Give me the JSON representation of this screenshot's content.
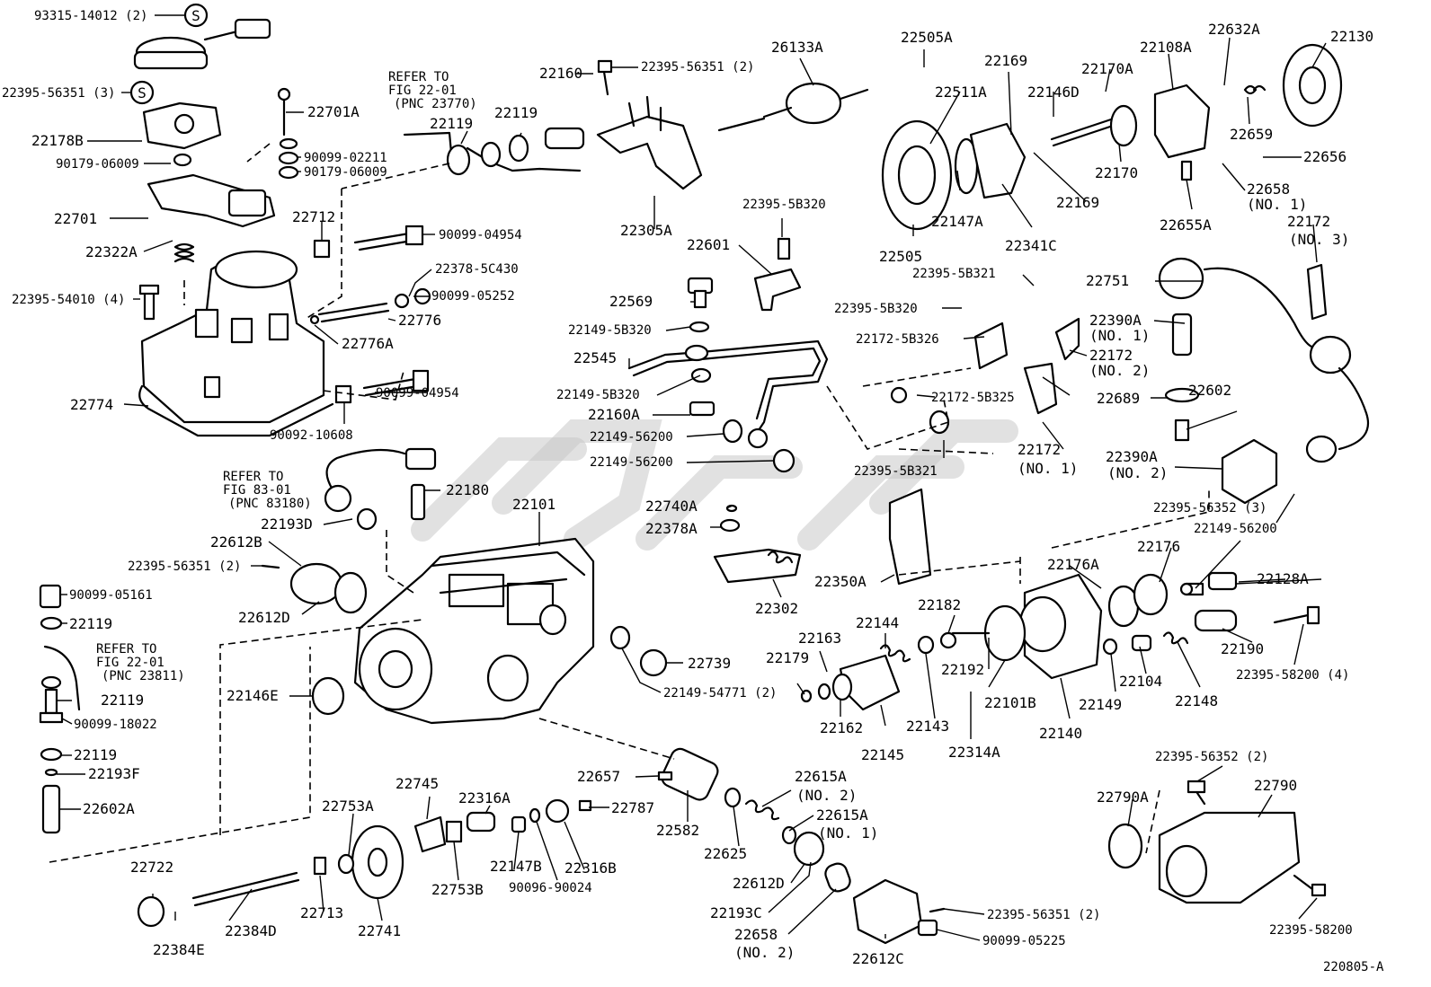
{
  "diagram_id": "220805-A",
  "service_marks": [
    "S",
    "S"
  ],
  "notes": {
    "refer_a": [
      "REFER TO",
      "FIG 22-01",
      "(PNC 23770)"
    ],
    "refer_b": [
      "REFER TO",
      "FIG 83-01",
      "(PNC 83180)"
    ],
    "refer_c": [
      "REFER TO",
      "FIG 22-01",
      "(PNC 23811)"
    ]
  },
  "labels": {
    "p93315_14012": "93315-14012 (2)",
    "p22395_56351_3": "22395-56351 (3)",
    "p22178B": "22178B",
    "p90179_06009_a": "90179-06009",
    "p22701": "22701",
    "p22322A": "22322A",
    "p22395_54010": "22395-54010 (4)",
    "p22774": "22774",
    "p22701A": "22701A",
    "p90099_02211": "90099-02211",
    "p90179_06009_b": "90179-06009",
    "p22712": "22712",
    "p90099_04954_a": "90099-04954",
    "p22378_5C430": "22378-5C430",
    "p90099_05252": "90099-05252",
    "p22776": "22776",
    "p22776A": "22776A",
    "p90092_10608": "90092-10608",
    "p90099_04954_b": "90099-04954",
    "p22119_a": "22119",
    "p22119_b": "22119",
    "p22160": "22160",
    "p22395_56351_2a": "22395-56351 (2)",
    "p26133A": "26133A",
    "p22305A": "22305A",
    "p22395_5B320_a": "22395-5B320",
    "p22601": "22601",
    "p22569": "22569",
    "p22149_5B320_a": "22149-5B320",
    "p22545": "22545",
    "p22149_5B320_b": "22149-5B320",
    "p22160A": "22160A",
    "p22149_56200_a": "22149-56200",
    "p22149_56200_b": "22149-56200",
    "p22505A": "22505A",
    "p22511A": "22511A",
    "p22169_a": "22169",
    "p22146D": "22146D",
    "p22170A": "22170A",
    "p22108A": "22108A",
    "p22632A": "22632A",
    "p22130": "22130",
    "p22659": "22659",
    "p22656": "22656",
    "p22658_1": "22658",
    "p22658_1n": "(NO. 1)",
    "p22505": "22505",
    "p22147A": "22147A",
    "p22341C": "22341C",
    "p22169_b": "22169",
    "p22170": "22170",
    "p22655A": "22655A",
    "p22172_3": "22172",
    "p22172_3n": "(NO. 3)",
    "p22395_5B321_a": "22395-5B321",
    "p22751": "22751",
    "p22395_5B320_b": "22395-5B320",
    "p22390A_1": "22390A",
    "p22390A_1n": "(NO. 1)",
    "p22172_5B326": "22172-5B326",
    "p22172_2": "22172",
    "p22172_2n": "(NO. 2)",
    "p22172_5B325": "22172-5B325",
    "p22689": "22689",
    "p22602": "22602",
    "p22172_1": "22172",
    "p22172_1n": "(NO. 1)",
    "p22395_5B321_b": "22395-5B321",
    "p22390A_2": "22390A",
    "p22390A_2n": "(NO. 2)",
    "p22395_56352_3": "22395-56352 (3)",
    "p22149_56200_c": "22149-56200",
    "p22180": "22180",
    "p22193D": "22193D",
    "p22612B": "22612B",
    "p22395_56351_2b": "22395-56351 (2)",
    "p22612D_a": "22612D",
    "p22101": "22101",
    "p22740A": "22740A",
    "p22378A": "22378A",
    "p22302": "22302",
    "p22350A": "22350A",
    "p22176A": "22176A",
    "p22176": "22176",
    "p22128A": "22128A",
    "p90099_05161": "90099-05161",
    "p22119_c": "22119",
    "p22119_d": "22119",
    "p90099_18022": "90099-18022",
    "p22119_e": "22119",
    "p22193F": "22193F",
    "p22602A": "22602A",
    "p22146E": "22146E",
    "p22739": "22739",
    "p22149_54771": "22149-54771 (2)",
    "p22163": "22163",
    "p22144": "22144",
    "p22182": "22182",
    "p22179": "22179",
    "p22192": "22192",
    "p22162": "22162",
    "p22145": "22145",
    "p22143": "22143",
    "p22101B": "22101B",
    "p22314A": "22314A",
    "p22140": "22140",
    "p22149": "22149",
    "p22104": "22104",
    "p22148": "22148",
    "p22190": "22190",
    "p22395_58200_4": "22395-58200 (4)",
    "p22745": "22745",
    "p22753A": "22753A",
    "p22316A": "22316A",
    "p22657": "22657",
    "p22787": "22787",
    "p22582": "22582",
    "p22625": "22625",
    "p22615A_2": "22615A",
    "p22615A_2n": "(NO. 2)",
    "p22615A_1": "22615A",
    "p22615A_1n": "(NO. 1)",
    "p22612D_b": "22612D",
    "p22193C": "22193C",
    "p22658_2": "22658",
    "p22658_2n": "(NO. 2)",
    "p22612C": "22612C",
    "p22395_56351_2c": "22395-56351 (2)",
    "p90099_05225": "90099-05225",
    "p22722": "22722",
    "p22384E": "22384E",
    "p22384D": "22384D",
    "p22713": "22713",
    "p22741": "22741",
    "p22753B": "22753B",
    "p22147B": "22147B",
    "p90096_90024": "90096-90024",
    "p22316B": "22316B",
    "p22395_56352_2": "22395-56352 (2)",
    "p22790": "22790",
    "p22790A": "22790A",
    "p22395_58200": "22395-58200"
  }
}
